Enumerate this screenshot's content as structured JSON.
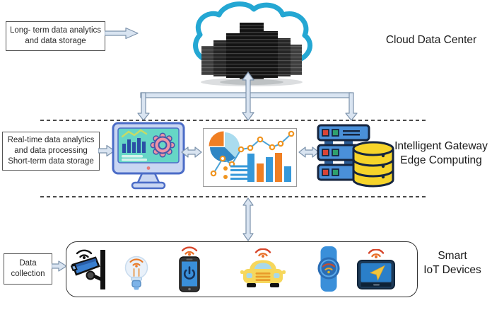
{
  "left_annotations": {
    "cloud": {
      "lines": [
        "Long- term data analytics",
        "and data storage"
      ]
    },
    "edge": {
      "lines": [
        "Real-time data analytics",
        "and data processing",
        "Short-term data storage"
      ]
    },
    "iot": {
      "lines": [
        "Data",
        "collection"
      ]
    }
  },
  "layer_labels": {
    "cloud": "Cloud Data Center",
    "edge": {
      "lines": [
        "Intelligent Gateway",
        "Edge Computing"
      ]
    },
    "iot": {
      "lines": [
        "Smart",
        "IoT Devices"
      ]
    }
  },
  "icons": {
    "cloud": "cloud-data-center",
    "edge": [
      "monitor-dashboard-gear",
      "analytics-panel",
      "server-database"
    ],
    "iot": [
      "security-camera",
      "smart-bulb",
      "smartphone",
      "connected-car",
      "smart-watch",
      "gps-navigator"
    ]
  },
  "colors": {
    "connector_fill": "#d9e4f1",
    "connector_stroke": "#7d93ac",
    "cloud_outline": "#24a7d3",
    "chart_orange": "#f07f23",
    "chart_blue": "#3598d9",
    "database_yellow": "#f6d42a",
    "separator": "#4a4a4a"
  }
}
